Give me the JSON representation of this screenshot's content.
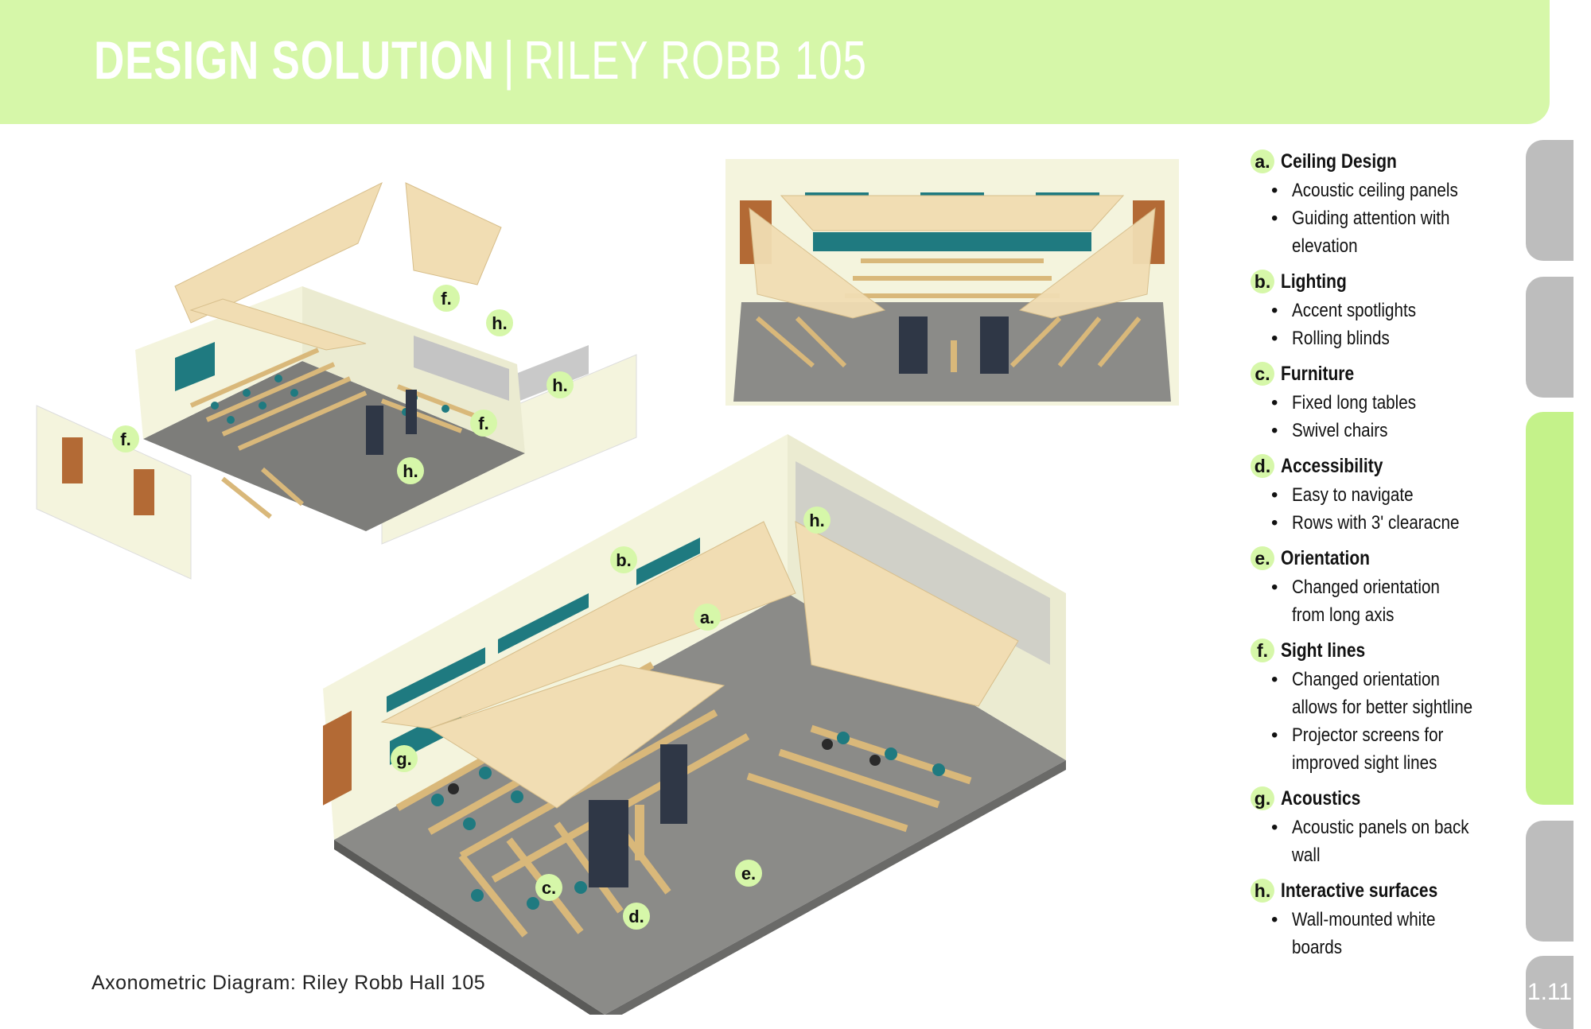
{
  "header": {
    "title_bold": "DESIGN SOLUTION",
    "separator": "|",
    "title_light": "RILEY ROBB 105"
  },
  "caption": "Axonometric Diagram: Riley Robb Hall 105",
  "page_number": "1.11",
  "colors": {
    "accent_green": "#d6f7a9",
    "tab_grey": "#bdbdbd",
    "tab_active": "#c4f28a",
    "teal_chairs": "#1f7a80",
    "ceiling_panels": "#f1ddb3"
  },
  "diagram_labels": {
    "exploded": [
      "f.",
      "h.",
      "h.",
      "f.",
      "f.",
      "h."
    ],
    "main": [
      "h.",
      "b.",
      "a.",
      "g.",
      "c.",
      "d.",
      "e."
    ]
  },
  "legend": [
    {
      "letter": "a.",
      "title": "Ceiling Design",
      "items": [
        "Acoustic ceiling panels",
        "Guiding attention with",
        "elevation"
      ]
    },
    {
      "letter": "b.",
      "title": "Lighting",
      "items": [
        "Accent spotlights",
        "Rolling blinds"
      ]
    },
    {
      "letter": "c.",
      "title": "Furniture",
      "items": [
        "Fixed long tables",
        "Swivel chairs"
      ]
    },
    {
      "letter": "d.",
      "title": "Accessibility",
      "items": [
        "Easy to navigate",
        "Rows with 3' clearacne"
      ]
    },
    {
      "letter": "e.",
      "title": "Orientation",
      "items": [
        "Changed orientation",
        "from long axis"
      ]
    },
    {
      "letter": "f.",
      "title": "Sight lines",
      "items": [
        "Changed orientation",
        "allows for better sightline",
        "Projector screens for",
        "improved sight lines"
      ]
    },
    {
      "letter": "g.",
      "title": "Acoustics",
      "items": [
        "Acoustic panels on back",
        "wall"
      ]
    },
    {
      "letter": "h.",
      "title": "Interactive surfaces",
      "items": [
        "Wall-mounted white",
        "boards"
      ]
    }
  ]
}
